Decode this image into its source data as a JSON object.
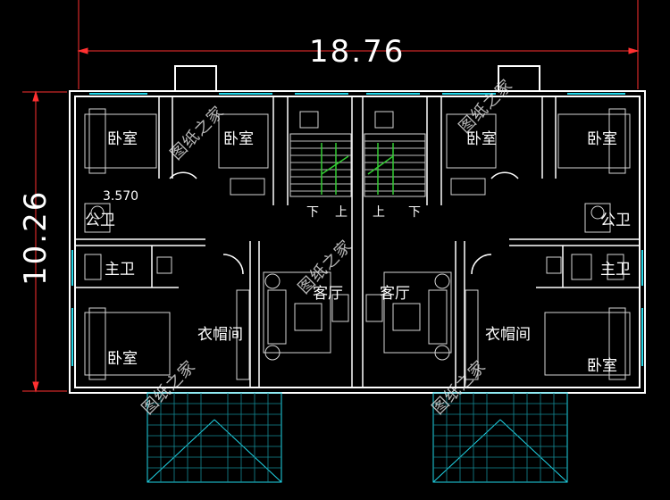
{
  "dimensions": {
    "width": "18.76",
    "height": "10.26",
    "wall_mark": "3.570"
  },
  "rooms": {
    "bedroom": "卧室",
    "public_bath": "公卫",
    "master_bath": "主卫",
    "living": "客厅",
    "wardrobe": "衣帽间"
  },
  "stairs": {
    "down": "下",
    "up": "上"
  },
  "watermark": "图纸之家",
  "colors": {
    "background": "#000000",
    "wall": "#ffffff",
    "furniture": "#d5d5d5",
    "window": "#20d6e8",
    "dimension": "#ff3030",
    "stair_marker": "#33cc33",
    "label": "#ffffff"
  }
}
